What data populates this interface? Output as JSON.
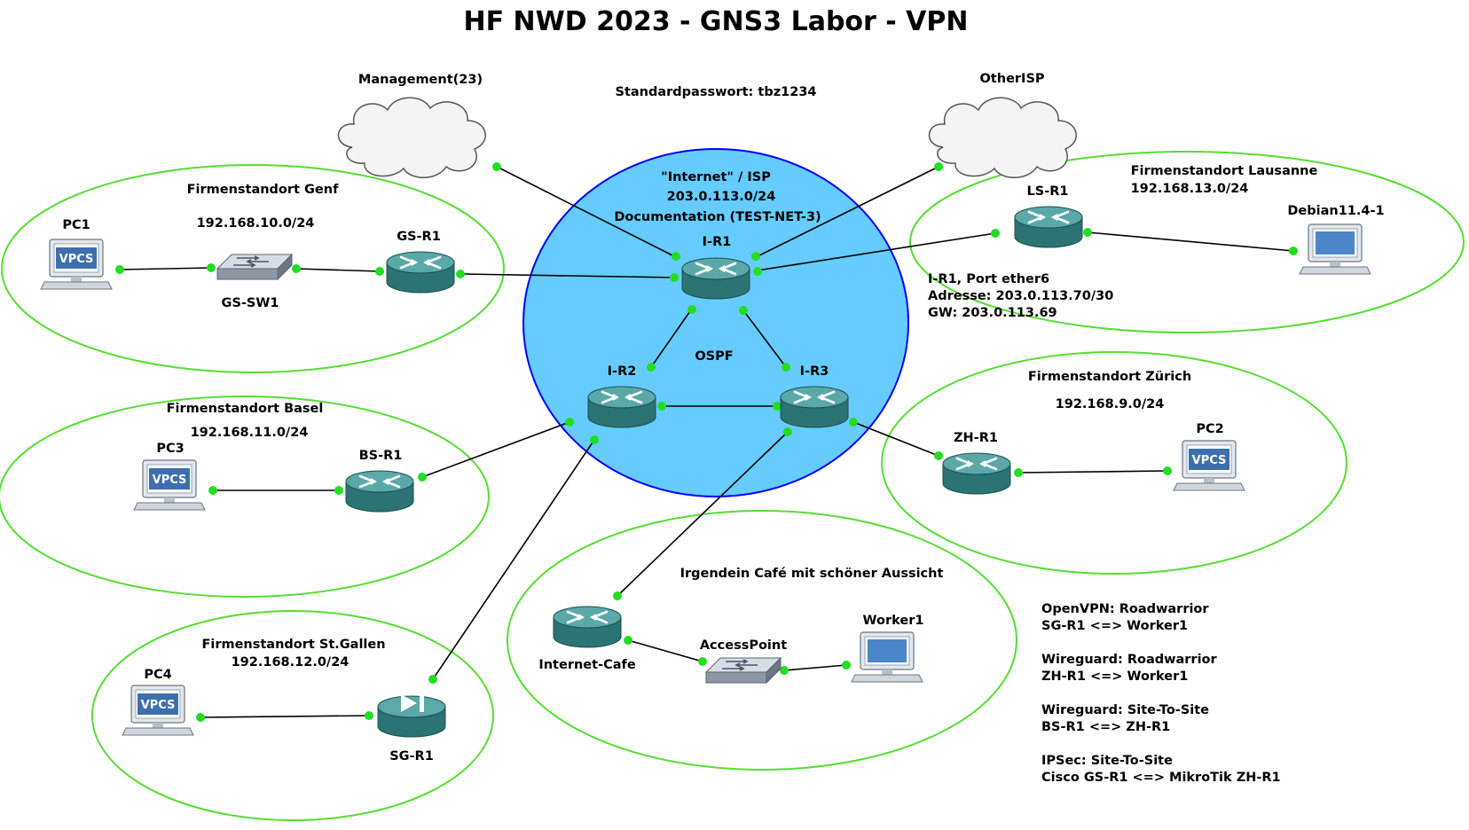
{
  "title": "HF NWD 2023 - GNS3 Labor - VPN",
  "password_note": "Standardpasswort: tbz1234",
  "colors": {
    "zone_stroke": "#55dd33",
    "isp_fill": "#66ccff",
    "isp_stroke": "#0000ff",
    "router_fill": "#3f8f8f",
    "link_dot": "#22dd22",
    "cloud_fill": "#f4f4f4",
    "vpcs_badge": "#3d6fae"
  },
  "isp": {
    "line1": "\"Internet\" / ISP",
    "line2": "203.0.113.0/24",
    "line3": "Documentation (TEST-NET-3)",
    "protocol": "OSPF"
  },
  "clouds": {
    "management": "Management(23)",
    "other_isp": "OtherISP"
  },
  "sites": {
    "genf": {
      "name": "Firmenstandort Genf",
      "subnet": "192.168.10.0/24"
    },
    "lausanne": {
      "name": "Firmenstandort Lausanne",
      "subnet": "192.168.13.0/24"
    },
    "basel": {
      "name": "Firmenstandort Basel",
      "subnet": "192.168.11.0/24"
    },
    "zuerich": {
      "name": "Firmenstandort Zürich",
      "subnet": "192.168.9.0/24"
    },
    "stgallen": {
      "name": "Firmenstandort St.Gallen",
      "subnet": "192.168.12.0/24"
    },
    "cafe": {
      "name": "Irgendein Café mit schöner Aussicht"
    }
  },
  "devices": {
    "pc1": "PC1",
    "pc2": "PC2",
    "pc3": "PC3",
    "pc4": "PC4",
    "gs_sw1": "GS-SW1",
    "gs_r1": "GS-R1",
    "ls_r1": "LS-R1",
    "debian": "Debian11.4-1",
    "bs_r1": "BS-R1",
    "zh_r1": "ZH-R1",
    "sg_r1": "SG-R1",
    "i_r1": "I-R1",
    "i_r2": "I-R2",
    "i_r3": "I-R3",
    "internet_cafe": "Internet-Cafe",
    "access_point": "AccessPoint",
    "worker1": "Worker1",
    "vpcs_badge": "VPCS"
  },
  "ir1_port": {
    "line1": "I-R1, Port ether6",
    "line2": "Adresse: 203.0.113.70/30",
    "line3": "GW: 203.0.113.69"
  },
  "vpn_notes": [
    {
      "line1": "OpenVPN: Roadwarrior",
      "line2": "SG-R1 <=> Worker1"
    },
    {
      "line1": "Wireguard: Roadwarrior",
      "line2": "ZH-R1 <=> Worker1"
    },
    {
      "line1": "Wireguard: Site-To-Site",
      "line2": "BS-R1 <=> ZH-R1"
    },
    {
      "line1": "IPSec: Site-To-Site",
      "line2": "Cisco GS-R1 <=> MikroTik ZH-R1"
    }
  ]
}
